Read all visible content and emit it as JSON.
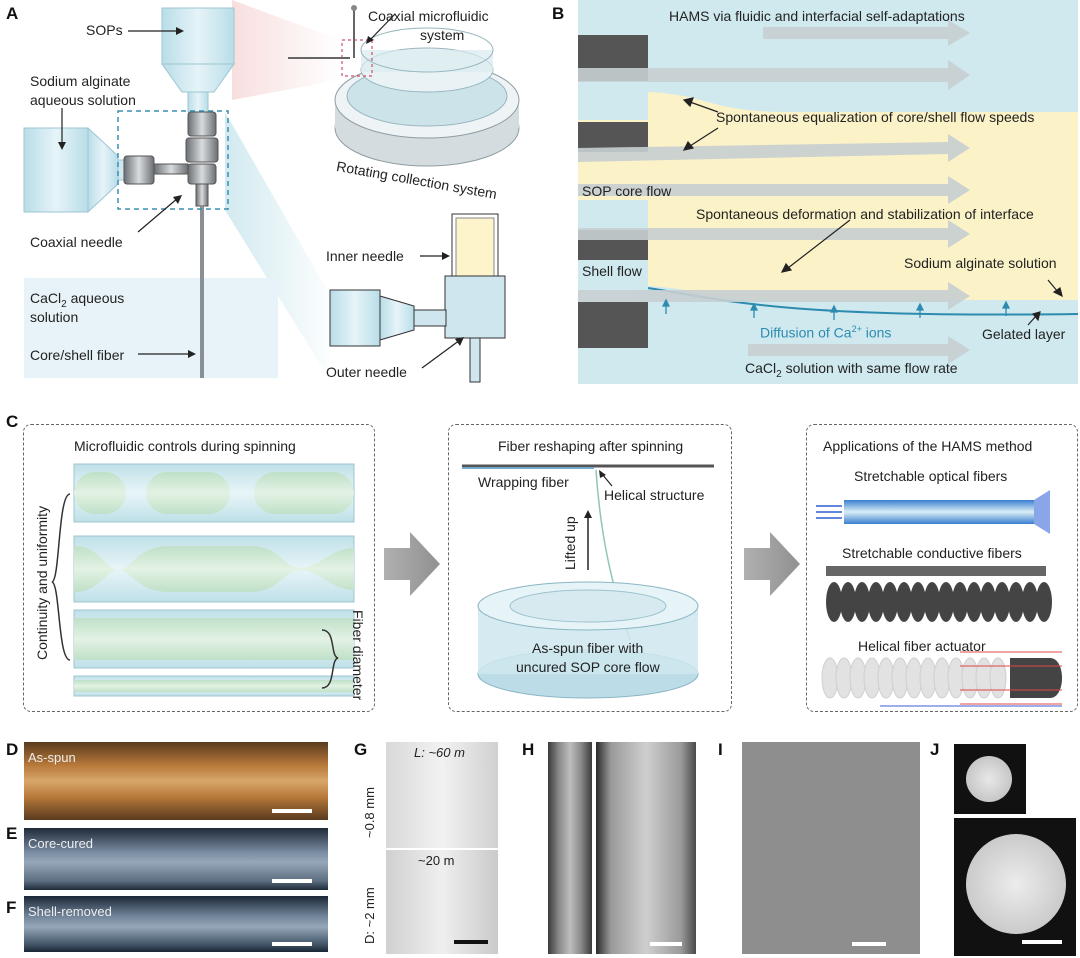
{
  "panel_letters": {
    "a": "A",
    "b": "B",
    "c": "C",
    "d": "D",
    "e": "E",
    "f": "F",
    "g": "G",
    "h": "H",
    "i": "I",
    "j": "J"
  },
  "panel_a": {
    "sops": "SOPs",
    "sodium_alginate_l1": "Sodium alginate",
    "sodium_alginate_l2": "aqueous solution",
    "coaxial_needle": "Coaxial needle",
    "cacl2_l1_prefix": "CaCl",
    "cacl2_l1_sub": "2",
    "cacl2_l1_suffix": " aqueous",
    "cacl2_l2": "solution",
    "core_shell_fiber": "Core/shell fiber",
    "coaxial_system_l1": "Coaxial microfluidic",
    "coaxial_system_l2": "system",
    "rotating": "Rotating collection system",
    "inner_needle": "Inner needle",
    "outer_needle": "Outer needle"
  },
  "panel_b": {
    "title": "HAMS via fluidic and interfacial self-adaptations",
    "equalization": "Spontaneous equalization of core/shell flow speeds",
    "sop_core_flow": "SOP core flow",
    "deformation": "Spontaneous deformation and stabilization of interface",
    "shell_flow": "Shell flow",
    "sodium_alginate_solution": "Sodium alginate solution",
    "diffusion_prefix": "Diffusion of Ca",
    "diffusion_sup": "2+",
    "diffusion_suffix": " ions",
    "gelated_layer": "Gelated layer",
    "cacl2_prefix": "CaCl",
    "cacl2_sub": "2",
    "cacl2_suffix": " solution with same flow rate"
  },
  "panel_c": {
    "box1_title": "Microfluidic controls during spinning",
    "continuity": "Continuity and uniformity",
    "fiber_diameter": "Fiber diameter",
    "box2_title": "Fiber reshaping after spinning",
    "wrapping_fiber": "Wrapping fiber",
    "helical_structure": "Helical structure",
    "lifted_up": "Lifted up",
    "as_spun_l1": "As-spun fiber with",
    "as_spun_l2": "uncured SOP core flow",
    "box3_title": "Applications of the HAMS method",
    "optical": "Stretchable optical fibers",
    "conductive": "Stretchable conductive fibers",
    "actuator": "Helical fiber actuator"
  },
  "panel_d": {
    "label": "As-spun"
  },
  "panel_e": {
    "label": "Core-cured"
  },
  "panel_f": {
    "label": "Shell-removed"
  },
  "panel_g": {
    "length_top": "L: ~60 m",
    "length_bottom": "~20 m",
    "diameter_top": "~0.8 mm",
    "diameter_bottom": "D: ~2 mm"
  },
  "colors": {
    "shell_blue": "#cfe9ef",
    "core_yellow": "#fbf2c8",
    "arrow_gray": "#c8cfd1",
    "block_dark": "#555555",
    "ion_blue": "#2e8bb0"
  }
}
